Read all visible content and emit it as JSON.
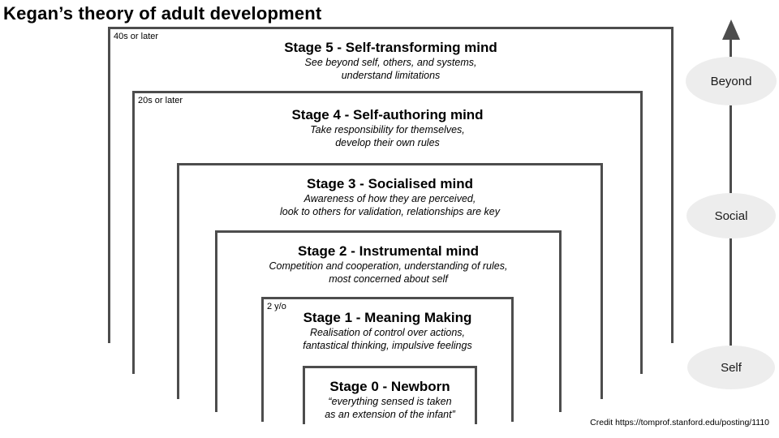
{
  "title": "Kegan’s theory of adult development",
  "credit": "Credit https://tomprof.stanford.edu/posting/1110",
  "stages": [
    {
      "age": "40s or later",
      "title": "Stage 5 - Self-transforming mind",
      "desc1": "See beyond self, others, and systems,",
      "desc2": "understand limitations"
    },
    {
      "age": "20s or later",
      "title": "Stage 4 - Self-authoring mind",
      "desc1": "Take responsibility for themselves,",
      "desc2": "develop their own rules"
    },
    {
      "age": "",
      "title": "Stage 3 - Socialised mind",
      "desc1": "Awareness of how they are perceived,",
      "desc2": "look to others for validation, relationships are key"
    },
    {
      "age": "",
      "title": "Stage 2 - Instrumental mind",
      "desc1": "Competition and cooperation, understanding of rules,",
      "desc2": "most concerned about self"
    },
    {
      "age": "2 y/o",
      "title": "Stage 1 - Meaning Making",
      "desc1": "Realisation of control over actions,",
      "desc2": "fantastical thinking, impulsive feelings"
    },
    {
      "age": "",
      "title": "Stage 0 - Newborn",
      "desc1": "“everything sensed is taken",
      "desc2": "as an extension of the infant”"
    }
  ],
  "axis_labels": {
    "beyond": "Beyond",
    "social": "Social",
    "self": "Self"
  },
  "colors": {
    "line": "#4d4d4d",
    "ellipse_fill": "#ededed"
  }
}
